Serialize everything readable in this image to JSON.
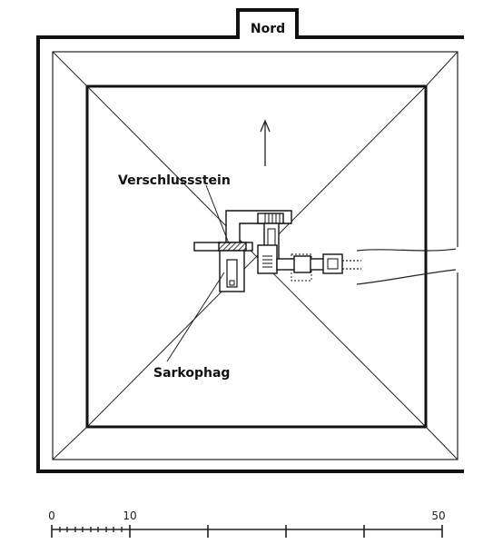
{
  "labels": {
    "north": "Nord",
    "blocking_stone": "Verschlussstein",
    "sarcophagus": "Sarkophag"
  },
  "scale_bar": {
    "ticks": [
      "0",
      "10",
      "50"
    ]
  },
  "colors": {
    "ink": "#111111",
    "hatch": "#555555",
    "background": "#ffffff"
  },
  "icons": {
    "north_arrow": "arrow-up-icon"
  }
}
